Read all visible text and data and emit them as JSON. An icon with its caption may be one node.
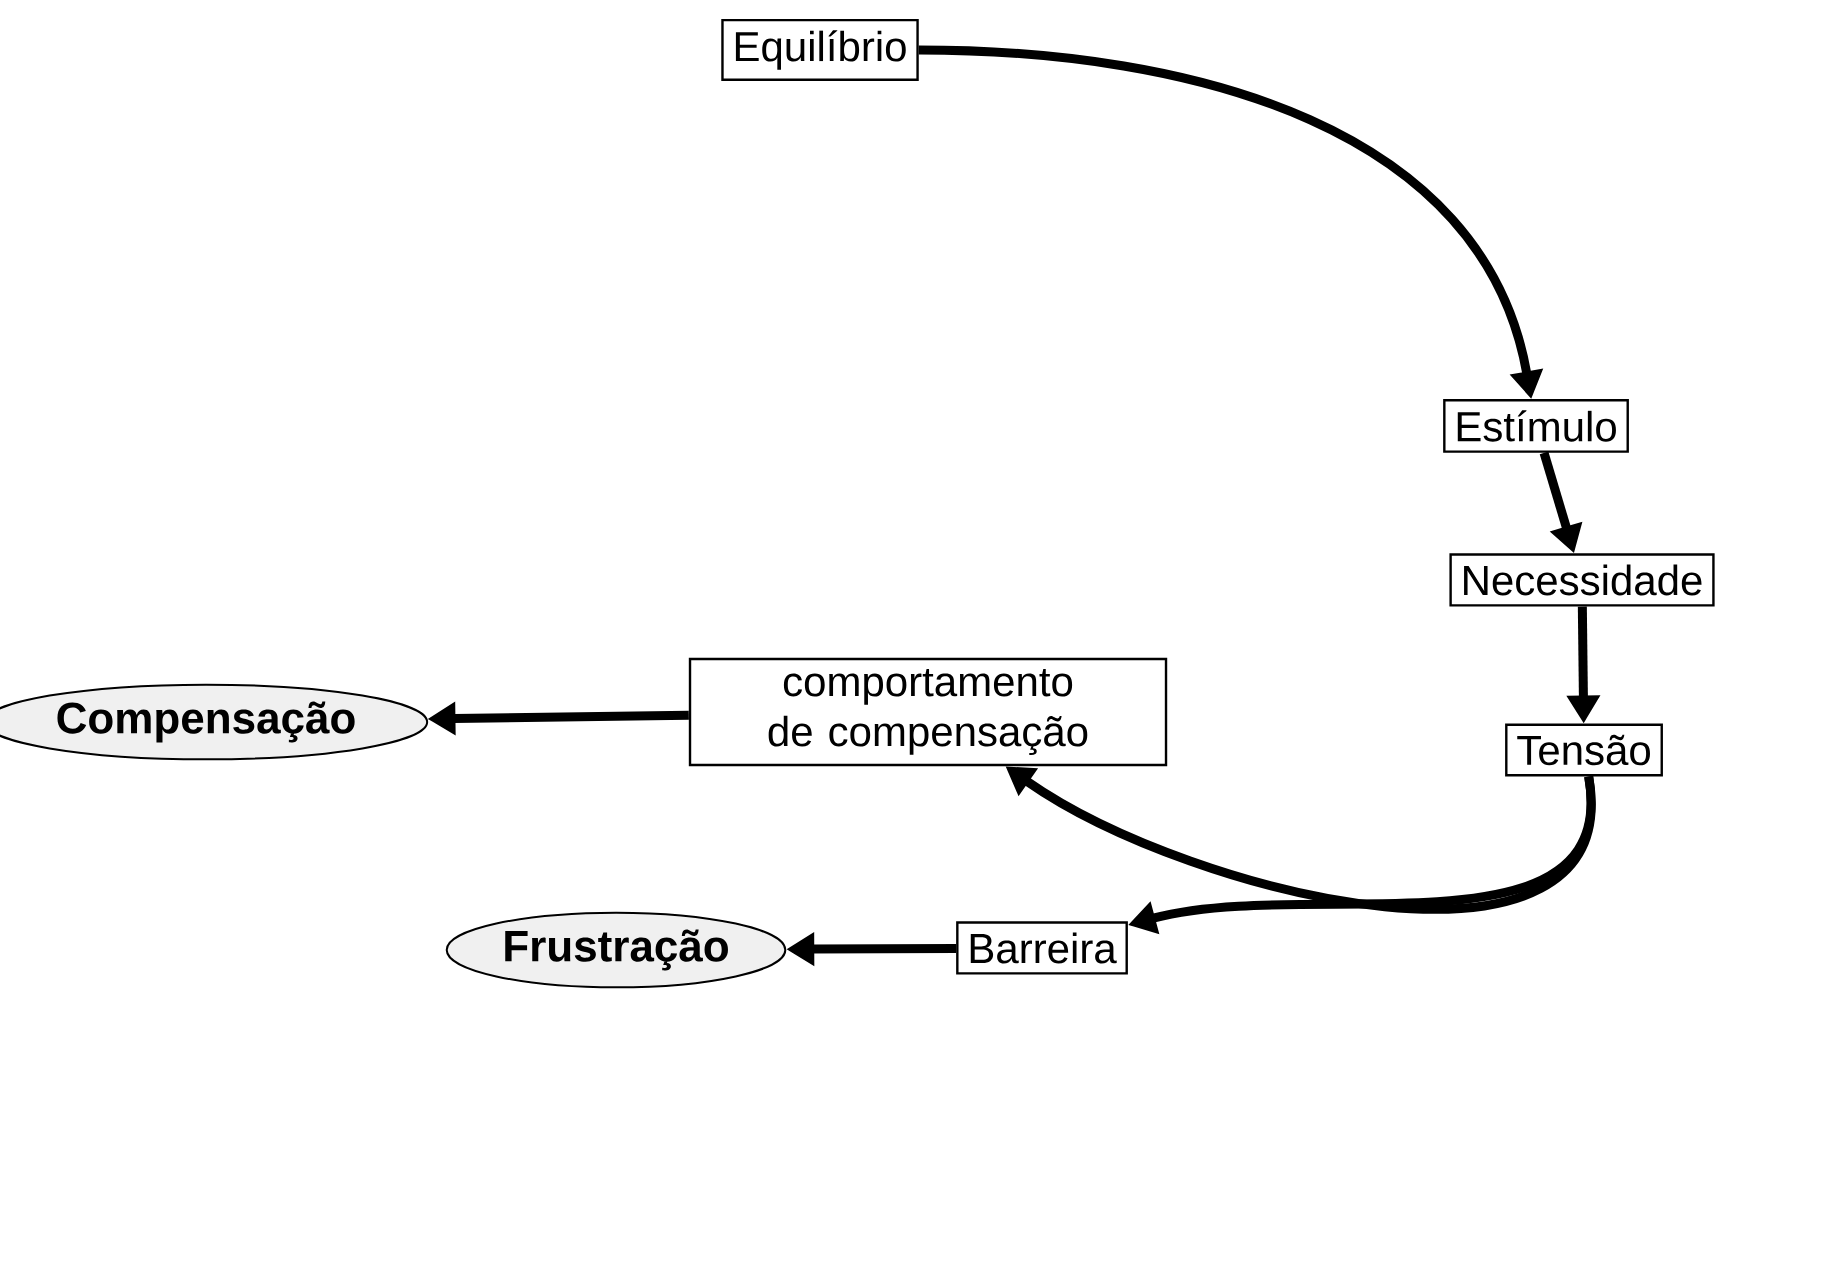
{
  "diagram": {
    "nodes": [
      {
        "text": [
          "Equilíbrio"
        ]
      },
      {
        "text": [
          "Estímulo"
        ]
      },
      {
        "text": [
          "Necessidade"
        ]
      },
      {
        "text": [
          "Tensão"
        ]
      },
      {
        "text": [
          "comportamento de compensação"
        ]
      },
      {
        "text": [
          "Compensação"
        ]
      },
      {
        "text": [
          "Barreira"
        ]
      },
      {
        "text": [
          "Frustração"
        ]
      }
    ],
    "edges": [
      {
        "from": 0,
        "to": 1,
        "arrow": "to"
      },
      {
        "from": 1,
        "to": 2,
        "arrow": "to"
      },
      {
        "from": 2,
        "to": 3,
        "arrow": "to"
      },
      {
        "from": 3,
        "to": 6,
        "arrow": "to"
      },
      {
        "from": 3,
        "to": 4,
        "arrow": "to"
      },
      {
        "from": 4,
        "to": 5,
        "arrow": "to"
      },
      {
        "from": 6,
        "to": 7,
        "arrow": "to"
      }
    ]
  }
}
